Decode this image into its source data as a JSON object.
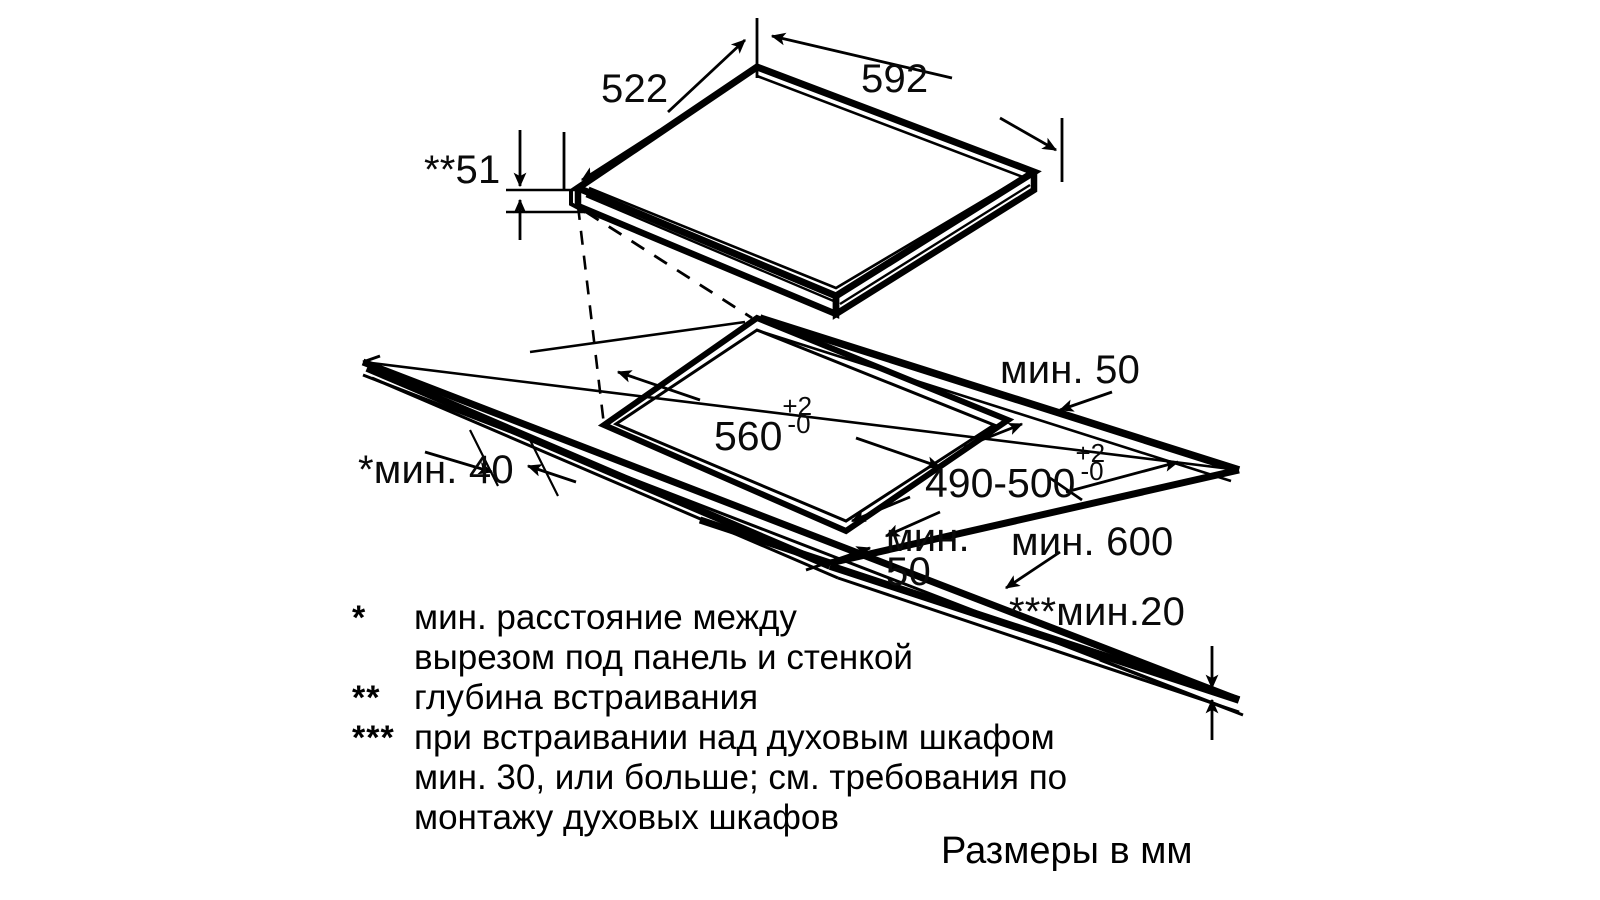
{
  "drawing": {
    "kind": "installation-dimension-diagram",
    "units_note": "Размеры в мм",
    "stroke_color": "#000000",
    "background_color": "#ffffff"
  },
  "cooktop": {
    "depth_label": "522",
    "width_label": "592",
    "height_label": "**51"
  },
  "cutout": {
    "length_value": "560",
    "length_tol_upper": "+2",
    "length_tol_lower": "-0",
    "width_value": "490-500",
    "width_tol_upper": "+2",
    "width_tol_lower": "-0"
  },
  "clearances": {
    "wall_gap": "*мин. 40",
    "rear_gap": "мин. 50",
    "front_gap_line1": "мин.",
    "front_gap_line2": "50",
    "worktop_depth": "мин. 600",
    "under_gap": "***мин.20"
  },
  "legend": {
    "rows": [
      {
        "marker": "*",
        "text": "мин. расстояние между",
        "continuation": [
          "вырезом под панель и стенкой"
        ]
      },
      {
        "marker": "**",
        "text": "глубина встраивания",
        "continuation": []
      },
      {
        "marker": "***",
        "text": "при встраивании над духовым шкафом",
        "continuation": [
          "мин. 30, или больше; см. требования по",
          "монтажу духовых шкафов"
        ]
      }
    ]
  },
  "footer": {
    "units": "Размеры в мм"
  }
}
